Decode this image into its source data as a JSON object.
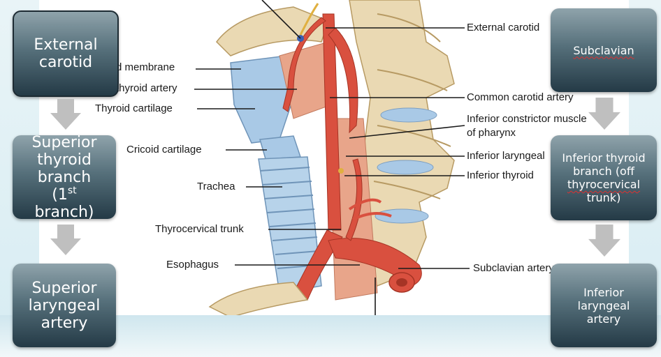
{
  "diagram_labels": {
    "external_carotid": "External carotid",
    "thyrohyoid_membrane": "d membrane",
    "superior_thyroid_artery": "thyroid artery",
    "thyroid_cartilage": "Thyroid cartilage",
    "common_carotid_artery": "Common carotid artery",
    "inferior_constrictor_line1": "Inferior constrictor muscle",
    "inferior_constrictor_line2": "of pharynx",
    "cricoid_cartilage": "Cricoid cartilage",
    "inferior_laryngeal": "Inferior laryngeal",
    "inferior_thyroid": "Inferior thyroid",
    "trachea": "Trachea",
    "thyrocervical_trunk": "Thyrocervical trunk",
    "esophagus": "Esophagus",
    "subclavian_artery": "Subclavian artery"
  },
  "left_flow": [
    {
      "text": "External carotid"
    },
    {
      "line1": "Superior",
      "line2": "thyroid",
      "line3": "branch",
      "line4_pre": "(1",
      "line4_sup": "st",
      "line5": "branch)"
    },
    {
      "text": "Superior laryngeal artery"
    }
  ],
  "right_flow": [
    {
      "text": "Subclavian"
    },
    {
      "line1": "Inferior thyroid",
      "line2": "branch (off",
      "line3": "thyrocervical",
      "line4": "trunk)"
    },
    {
      "text": "Inferior laryngeal artery"
    }
  ],
  "colors": {
    "box_gradient_top": "#8fa3ab",
    "box_gradient_bottom": "#243a46",
    "arrow": "#bfbfbf",
    "artery": "#d9503f",
    "cartilage": "#a9c9e6",
    "bone": "#ead9b3",
    "muscle": "#e8a58a"
  }
}
